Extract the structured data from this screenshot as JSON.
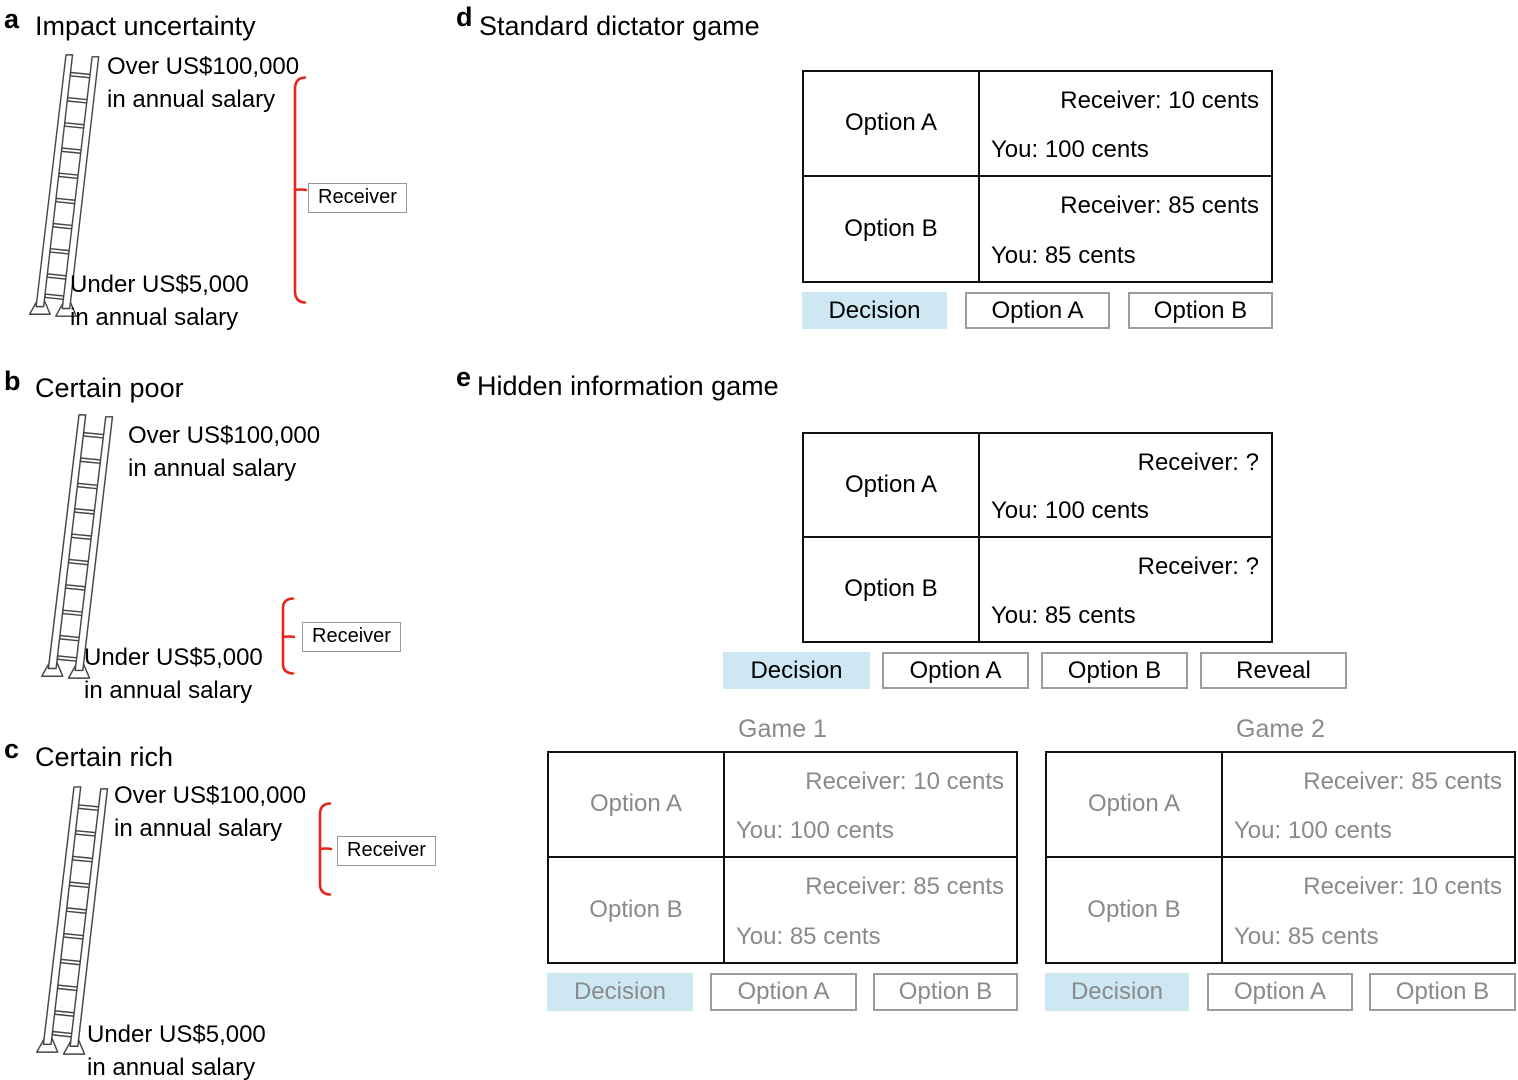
{
  "colors": {
    "decision_bg": "#cde8f3",
    "brace_red": "#e8251c",
    "muted_text": "#8a8a8a",
    "table_border": "#111111"
  },
  "fig": {
    "panel_a": {
      "letter": "a",
      "title": "Impact uncertainty",
      "top_line1": "Over US$100,000",
      "top_line2": "in annual salary",
      "bottom_line1": "Under US$5,000",
      "bottom_line2": "in annual salary",
      "receiver": "Receiver"
    },
    "panel_b": {
      "letter": "b",
      "title": "Certain poor",
      "top_line1": "Over US$100,000",
      "top_line2": "in annual salary",
      "bottom_line1": "Under US$5,000",
      "bottom_line2": "in annual salary",
      "receiver": "Receiver"
    },
    "panel_c": {
      "letter": "c",
      "title": "Certain rich",
      "top_line1": "Over US$100,000",
      "top_line2": "in annual salary",
      "bottom_line1": "Under US$5,000",
      "bottom_line2": "in annual salary",
      "receiver": "Receiver"
    },
    "panel_d": {
      "letter": "d",
      "title": "Standard dictator game",
      "rows": [
        {
          "option": "Option A",
          "receiver": "Receiver: 10 cents",
          "you": "You: 100 cents"
        },
        {
          "option": "Option B",
          "receiver": "Receiver: 85 cents",
          "you": "You: 85 cents"
        }
      ],
      "decision": "Decision",
      "buttons": [
        "Option A",
        "Option B"
      ]
    },
    "panel_e": {
      "letter": "e",
      "title": "Hidden information game",
      "rows": [
        {
          "option": "Option A",
          "receiver": "Receiver: ?",
          "you": "You: 100 cents"
        },
        {
          "option": "Option B",
          "receiver": "Receiver: ?",
          "you": "You: 85 cents"
        }
      ],
      "decision": "Decision",
      "buttons": [
        "Option A",
        "Option B",
        "Reveal"
      ]
    },
    "game_1": {
      "title": "Game 1",
      "rows": [
        {
          "option": "Option A",
          "receiver": "Receiver: 10 cents",
          "you": "You: 100 cents"
        },
        {
          "option": "Option B",
          "receiver": "Receiver: 85 cents",
          "you": "You: 85 cents"
        }
      ],
      "decision": "Decision",
      "buttons": [
        "Option A",
        "Option B"
      ]
    },
    "game_2": {
      "title": "Game 2",
      "rows": [
        {
          "option": "Option A",
          "receiver": "Receiver: 85 cents",
          "you": "You: 100 cents"
        },
        {
          "option": "Option B",
          "receiver": "Receiver: 10 cents",
          "you": "You: 85 cents"
        }
      ],
      "decision": "Decision",
      "buttons": [
        "Option A",
        "Option B"
      ]
    }
  }
}
